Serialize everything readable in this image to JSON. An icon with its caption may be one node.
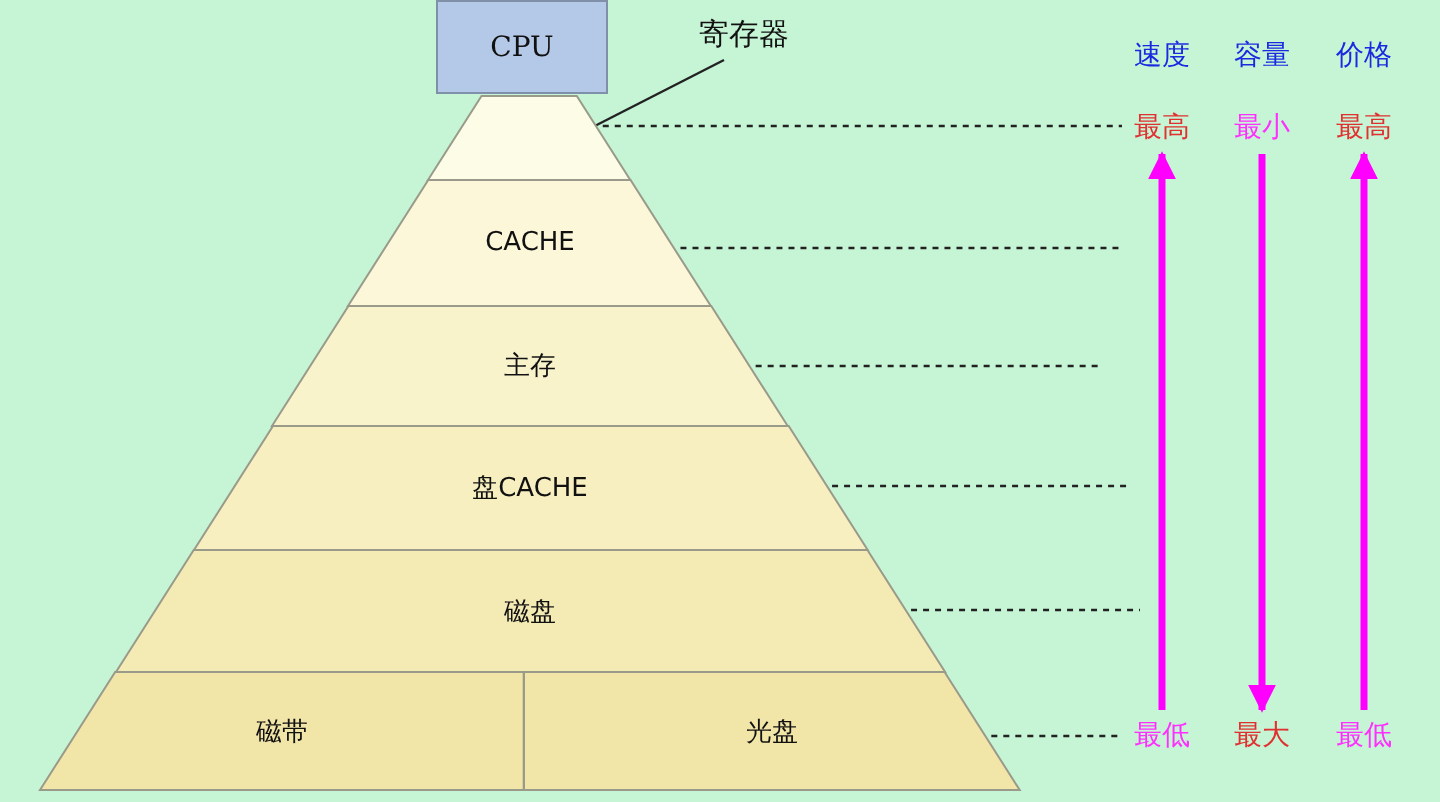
{
  "diagram": {
    "nodes": [
      {
        "text": [
          "CPU"
        ]
      },
      {
        "text": [],
        "shape": "triangle"
      },
      {
        "text": [
          "CACHE"
        ]
      },
      {
        "text": [
          "主存"
        ]
      },
      {
        "text": [
          "盘CACHE"
        ]
      },
      {
        "text": [
          "磁盘"
        ]
      },
      {
        "text": [
          "磁带"
        ]
      },
      {
        "text": [
          "光盘"
        ]
      },
      {
        "text": [
          "寄存器"
        ]
      },
      {
        "text": [
          "最高"
        ]
      },
      {
        "text": [
          "最小"
        ]
      },
      {
        "text": [
          "最高"
        ]
      },
      {
        "text": [
          "最低"
        ]
      },
      {
        "text": [
          "最大"
        ]
      },
      {
        "text": [
          "最低"
        ]
      }
    ],
    "edges": [
      {
        "from": 8,
        "to": 1,
        "arrow": "none"
      },
      {
        "from": 1,
        "to": 9,
        "arrow": "none",
        "style": "dashed"
      },
      {
        "from": 2,
        "to": null,
        "arrow": "none",
        "style": "dashed"
      },
      {
        "from": 3,
        "to": null,
        "arrow": "none",
        "style": "dashed"
      },
      {
        "from": 4,
        "to": null,
        "arrow": "none",
        "style": "dashed"
      },
      {
        "from": 5,
        "to": null,
        "arrow": "none",
        "style": "dashed"
      },
      {
        "from": 7,
        "to": 12,
        "arrow": "none",
        "style": "dashed"
      },
      {
        "from": 12,
        "to": 9,
        "arrow": "to",
        "color": "#ff00ff",
        "style": "thick"
      },
      {
        "from": 10,
        "to": 13,
        "arrow": "to",
        "color": "#ff00ff",
        "style": "thick"
      },
      {
        "from": 14,
        "to": 11,
        "arrow": "to",
        "color": "#ff00ff",
        "style": "thick"
      }
    ],
    "labels": [
      "速度",
      "容量",
      "价格"
    ]
  }
}
